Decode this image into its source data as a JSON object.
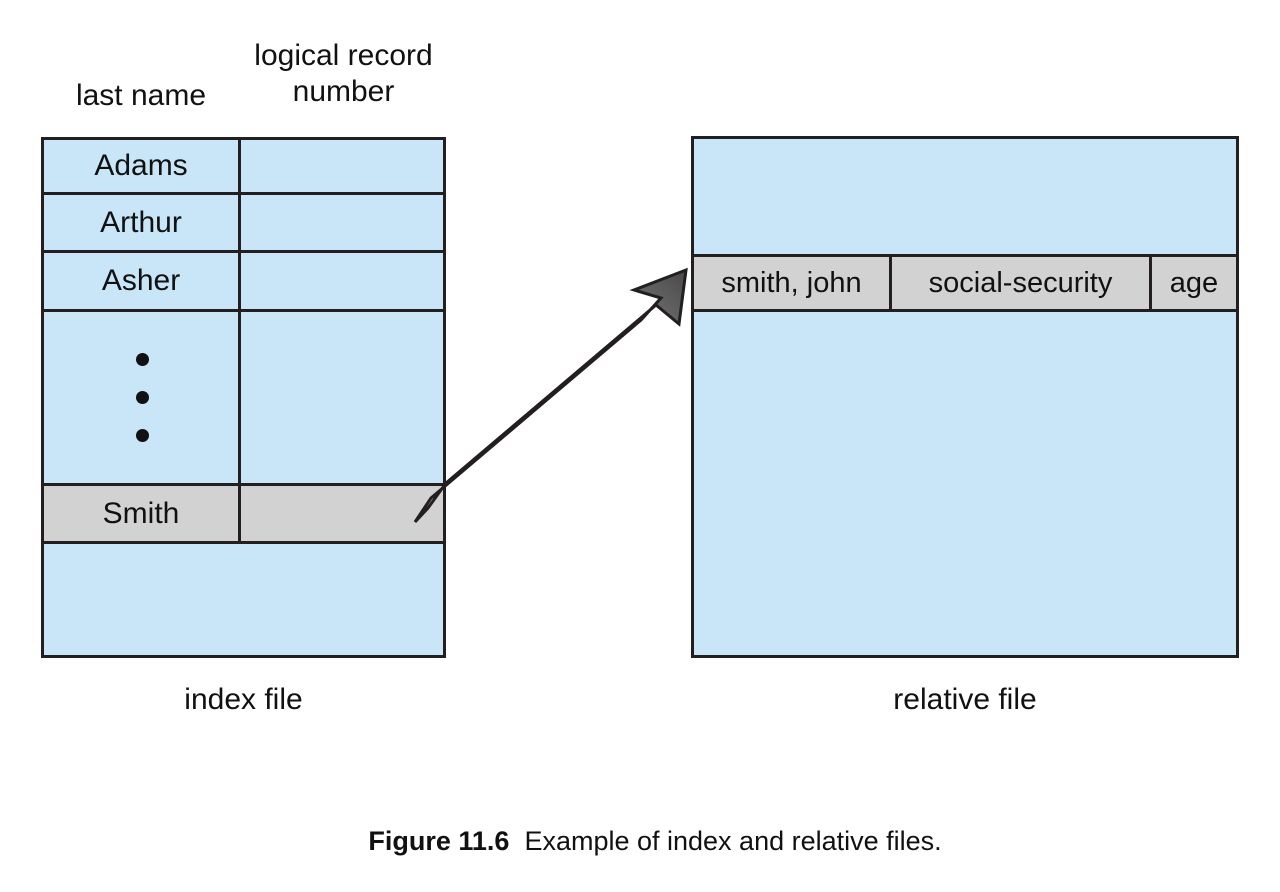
{
  "figure": {
    "label": "Figure 11.6",
    "caption": "Example of index and relative files.",
    "gap": "  "
  },
  "colors": {
    "cell_blue": "#c8e6f7",
    "cell_gray": "#d2d2d2",
    "border": "#231f20",
    "text": "#111111",
    "arrow_head": "#4a4a4a",
    "arrow_tail": "#f2f2f2"
  },
  "index_file": {
    "box_label": "index file",
    "headers": {
      "left": "last name",
      "right": "logical record\nnumber"
    },
    "rows": [
      {
        "name": "Adams",
        "lrn": "",
        "highlight": false,
        "divider": true,
        "ruled": true
      },
      {
        "name": "Arthur",
        "lrn": "",
        "highlight": false,
        "divider": true,
        "ruled": true
      },
      {
        "name": "Asher",
        "lrn": "",
        "highlight": false,
        "divider": true,
        "ruled": true
      },
      {
        "name": "",
        "lrn": "",
        "highlight": false,
        "divider": true,
        "ruled": true,
        "dots": 3
      },
      {
        "name": "Smith",
        "lrn": "",
        "highlight": true,
        "divider": true,
        "ruled": true
      },
      {
        "name": "",
        "lrn": "",
        "highlight": false,
        "divider": false,
        "ruled": false
      }
    ]
  },
  "relative_file": {
    "box_label": "relative file",
    "record": {
      "fields": [
        "smith, john",
        "social-security",
        "age"
      ]
    }
  },
  "arrow": {
    "name": "index-to-record-arrow",
    "from": "Smith index entry",
    "to": "smith, john record"
  }
}
